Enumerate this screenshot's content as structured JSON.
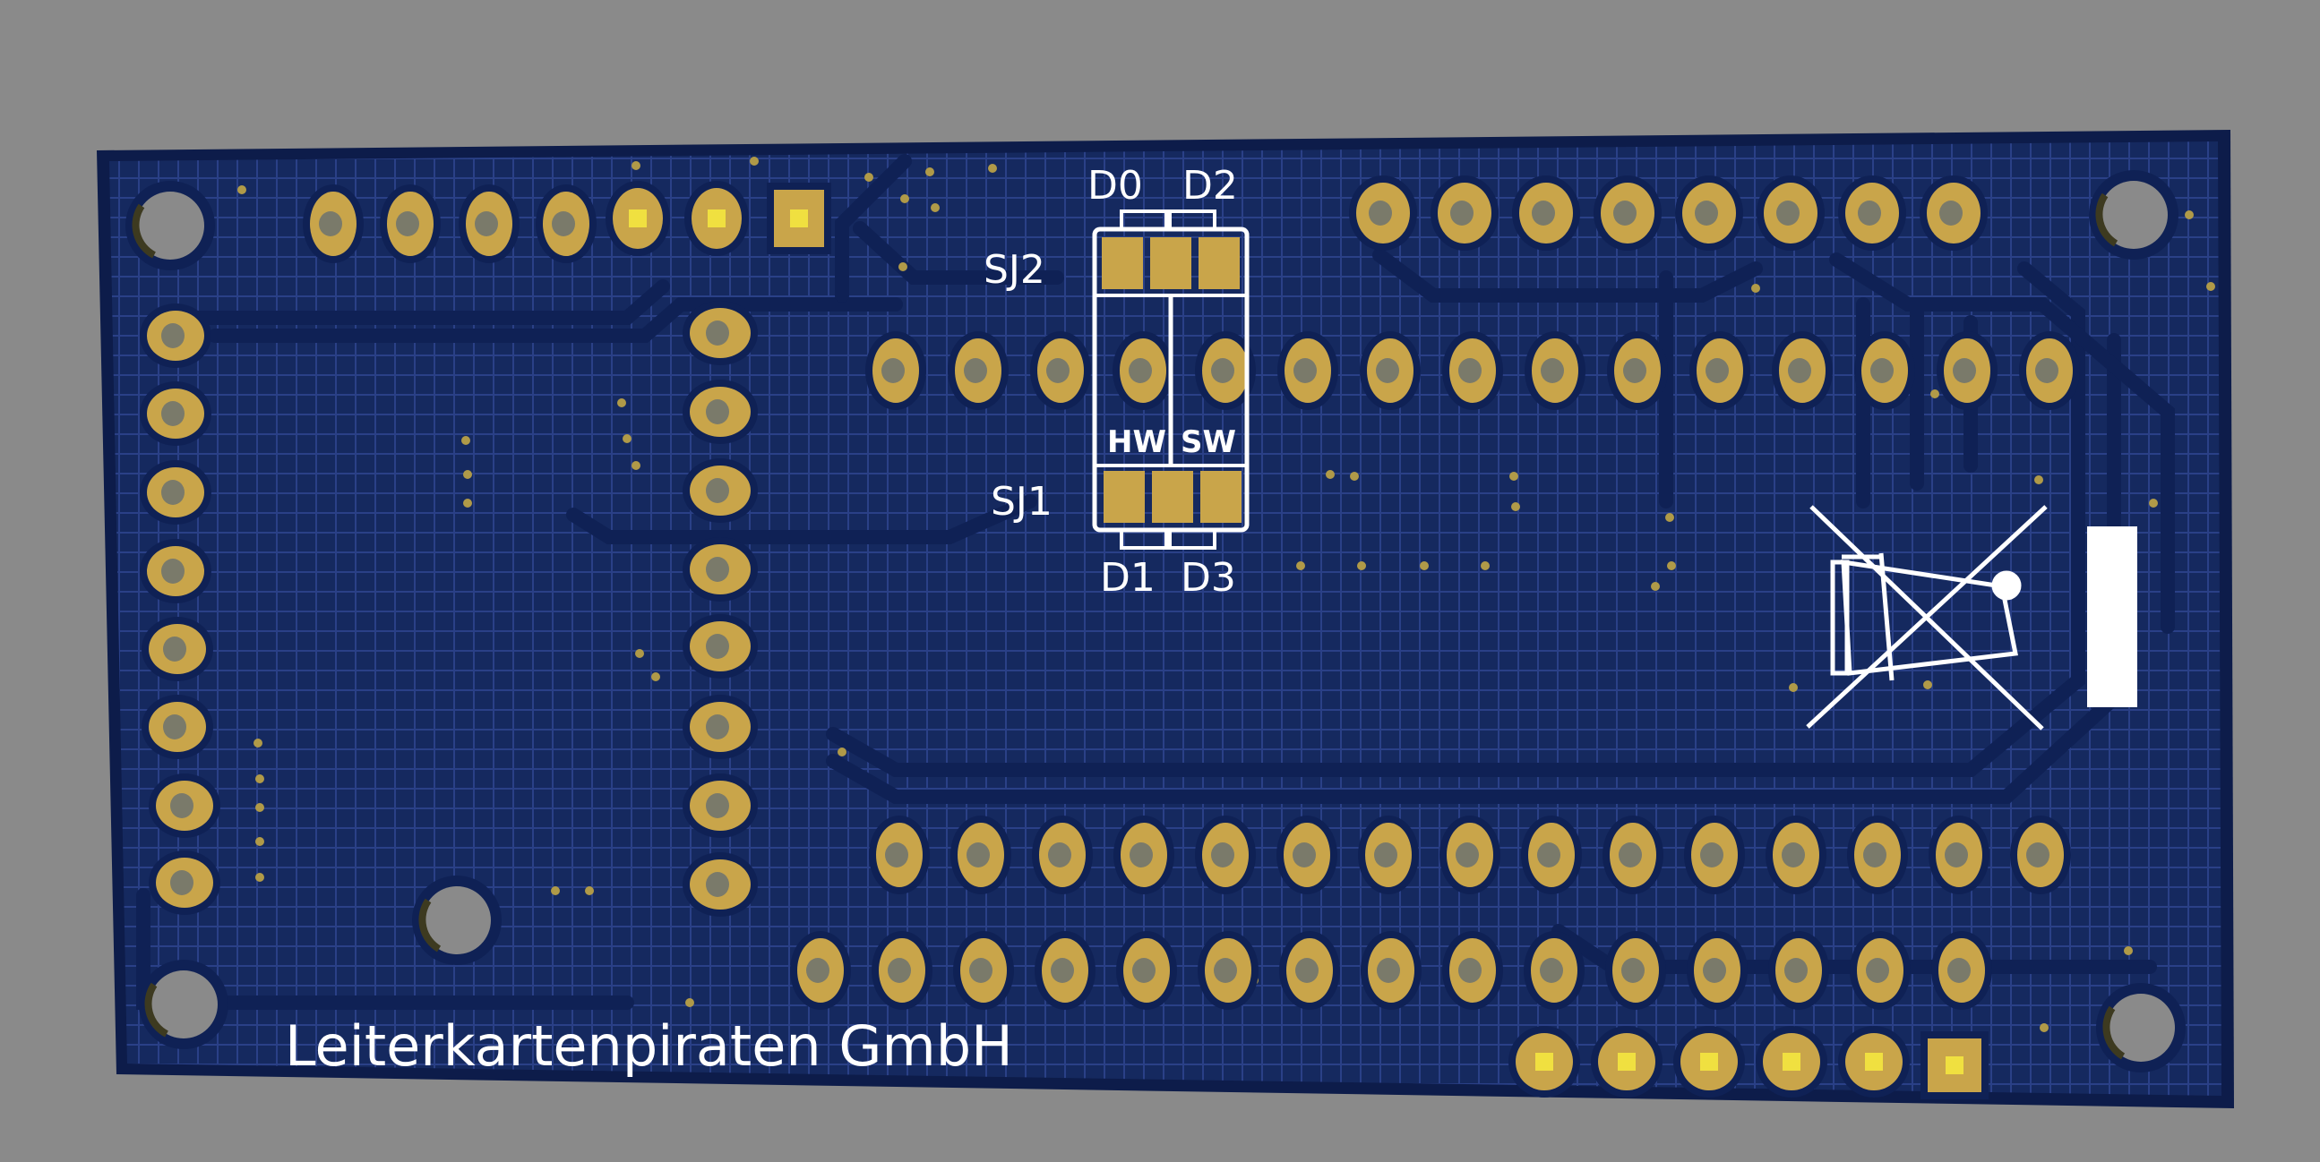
{
  "board": {
    "company_label": "Leiterkartenpiraten GmbH",
    "colors": {
      "background": "#8a8a8a",
      "substrate": "#13275e",
      "substrate_edge": "#0c1a45",
      "copper_grid": "#24397a",
      "gold": "#c9a54a",
      "silkscreen": "#ffffff"
    }
  },
  "jumpers": {
    "sj2": {
      "ref": "SJ2",
      "label_left": "D0",
      "label_right": "D2"
    },
    "sj1": {
      "ref": "SJ1",
      "label_left": "D1",
      "label_right": "D3"
    },
    "mode_left": "HW",
    "mode_right": "SW"
  },
  "symbols": {
    "weee": "weee-crossed-bin-icon"
  }
}
